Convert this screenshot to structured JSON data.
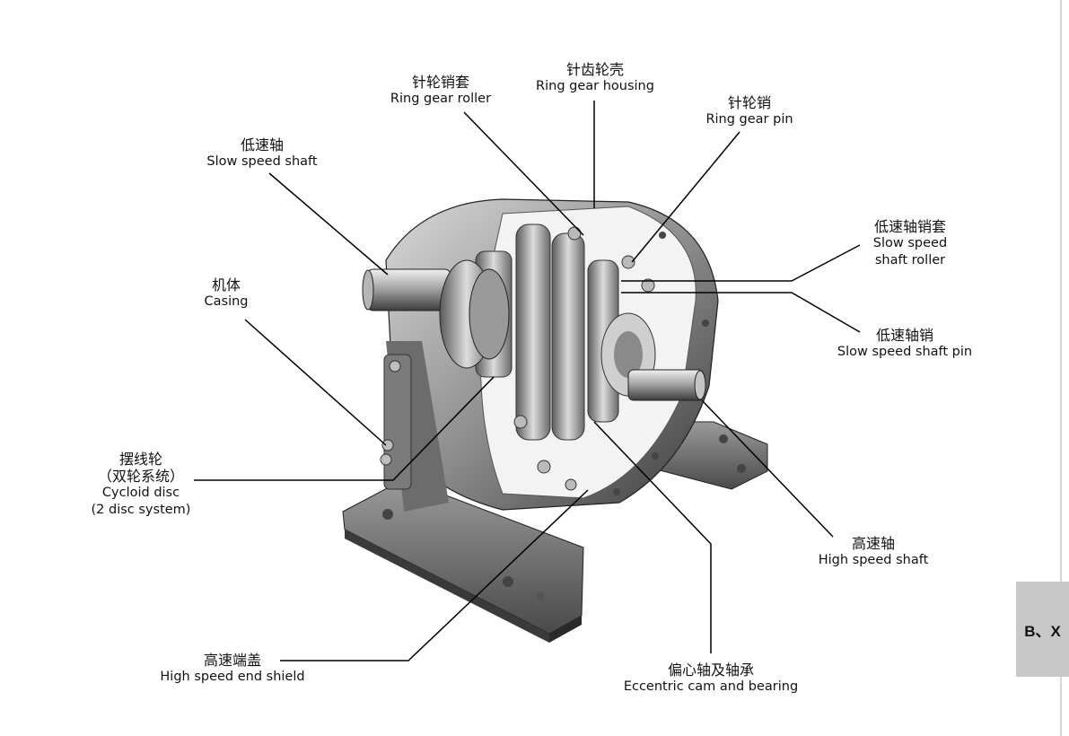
{
  "labels": {
    "ring_gear_roller": {
      "zh": "针轮销套",
      "en": "Ring gear roller"
    },
    "ring_gear_housing": {
      "zh": "针齿轮壳",
      "en": "Ring gear housing"
    },
    "ring_gear_pin": {
      "zh": "针轮销",
      "en": "Ring gear pin"
    },
    "slow_speed_shaft": {
      "zh": "低速轴",
      "en": "Slow speed shaft"
    },
    "slow_speed_shaft_roller": {
      "zh": "低速轴销套",
      "en1": "Slow speed",
      "en2": "shaft roller"
    },
    "slow_speed_shaft_pin": {
      "zh": "低速轴销",
      "en": "Slow speed shaft pin"
    },
    "casing": {
      "zh": "机体",
      "en": "Casing"
    },
    "cycloid_disc": {
      "zh": "摆线轮",
      "zh2": "（双轮系统）",
      "en1": "Cycloid disc",
      "en2": "(2 disc system)"
    },
    "high_speed_shaft": {
      "zh": "高速轴",
      "en": "High speed shaft"
    },
    "high_speed_end_shield": {
      "zh": "高速端盖",
      "en": "High speed end shield"
    },
    "eccentric_cam": {
      "zh": "偏心轴及轴承",
      "en": "Eccentric cam and bearing"
    }
  },
  "side_tab": {
    "label": "B、X"
  }
}
